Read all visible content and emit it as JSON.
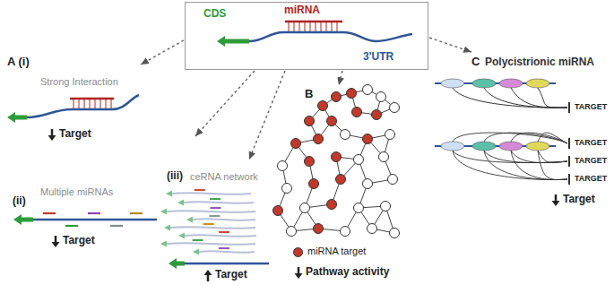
{
  "diagram": {
    "nodes": [
      {
        "text": [
          "CDS",
          "miRNA",
          "3'UTR"
        ]
      }
    ],
    "labels": [
      "A (i)",
      "Strong Interaction",
      "Target",
      "(ii)",
      "Multiple miRNAs",
      "Target",
      "(iii)",
      "ceRNA network",
      "Target",
      "B",
      "Pathway activity",
      "C",
      "Polycistrionic miRNA",
      "TARGET",
      "TARGET",
      "TARGET",
      "TARGET",
      "Target"
    ],
    "legend": [
      {
        "text": "miRNA target",
        "color": "#c0392b"
      }
    ]
  }
}
